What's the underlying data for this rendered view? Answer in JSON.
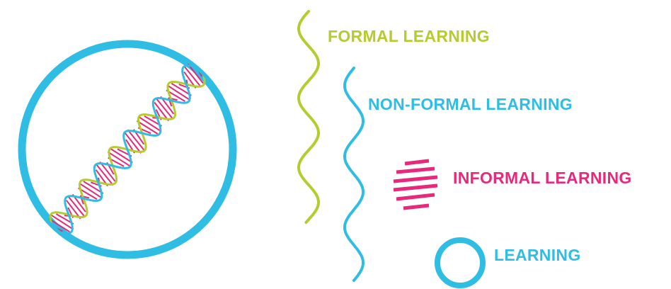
{
  "labels": {
    "formal": "FORMAL LEARNING",
    "non_formal": "NON-FORMAL LEARNING",
    "informal": "INFORMAL LEARNING",
    "learning": "LEARNING"
  },
  "colors": {
    "green": "#b5cc2e",
    "blue": "#2fbde3",
    "pink": "#e8287a"
  },
  "icons": [
    "dna-helix-icon",
    "green-wave-icon",
    "blue-wave-icon",
    "striped-disc-icon",
    "ring-icon"
  ]
}
